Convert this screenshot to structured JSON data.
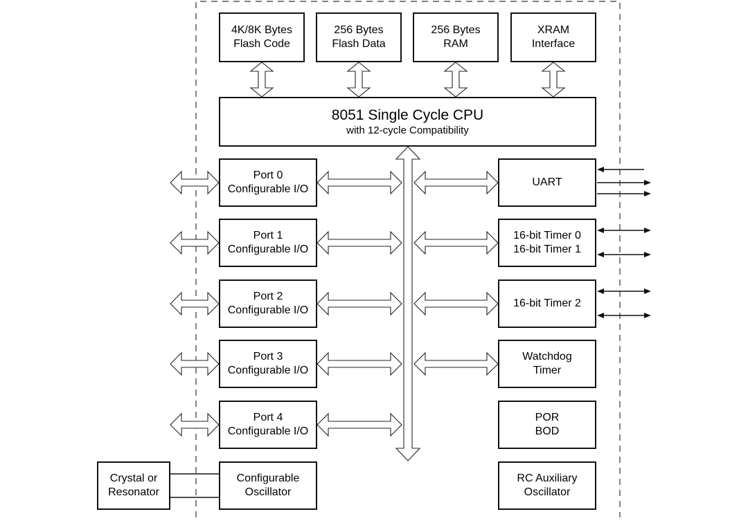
{
  "memory": {
    "flash_code": [
      "4K/8K Bytes",
      "Flash Code"
    ],
    "flash_data": [
      "256 Bytes",
      "Flash Data"
    ],
    "ram": [
      "256 Bytes",
      "RAM"
    ],
    "xram": [
      "XRAM",
      "Interface"
    ]
  },
  "cpu": {
    "title": "8051 Single Cycle CPU",
    "subtitle": "with 12-cycle Compatibility"
  },
  "ports": [
    {
      "name": "Port 0",
      "desc": "Configurable I/O"
    },
    {
      "name": "Port 1",
      "desc": "Configurable I/O"
    },
    {
      "name": "Port 2",
      "desc": "Configurable I/O"
    },
    {
      "name": "Port 3",
      "desc": "Configurable I/O"
    },
    {
      "name": "Port 4",
      "desc": "Configurable I/O"
    }
  ],
  "oscillator": [
    "Configurable",
    "Oscillator"
  ],
  "crystal": [
    "Crystal or",
    "Resonator"
  ],
  "peripherals": {
    "uart": "UART",
    "timer01": [
      "16-bit Timer 0",
      "16-bit Timer 1"
    ],
    "timer2": "16-bit Timer 2",
    "watchdog": [
      "Watchdog",
      "Timer"
    ],
    "por_bod": [
      "POR",
      "BOD"
    ],
    "rc_osc": [
      "RC Auxiliary",
      "Oscillator"
    ]
  }
}
